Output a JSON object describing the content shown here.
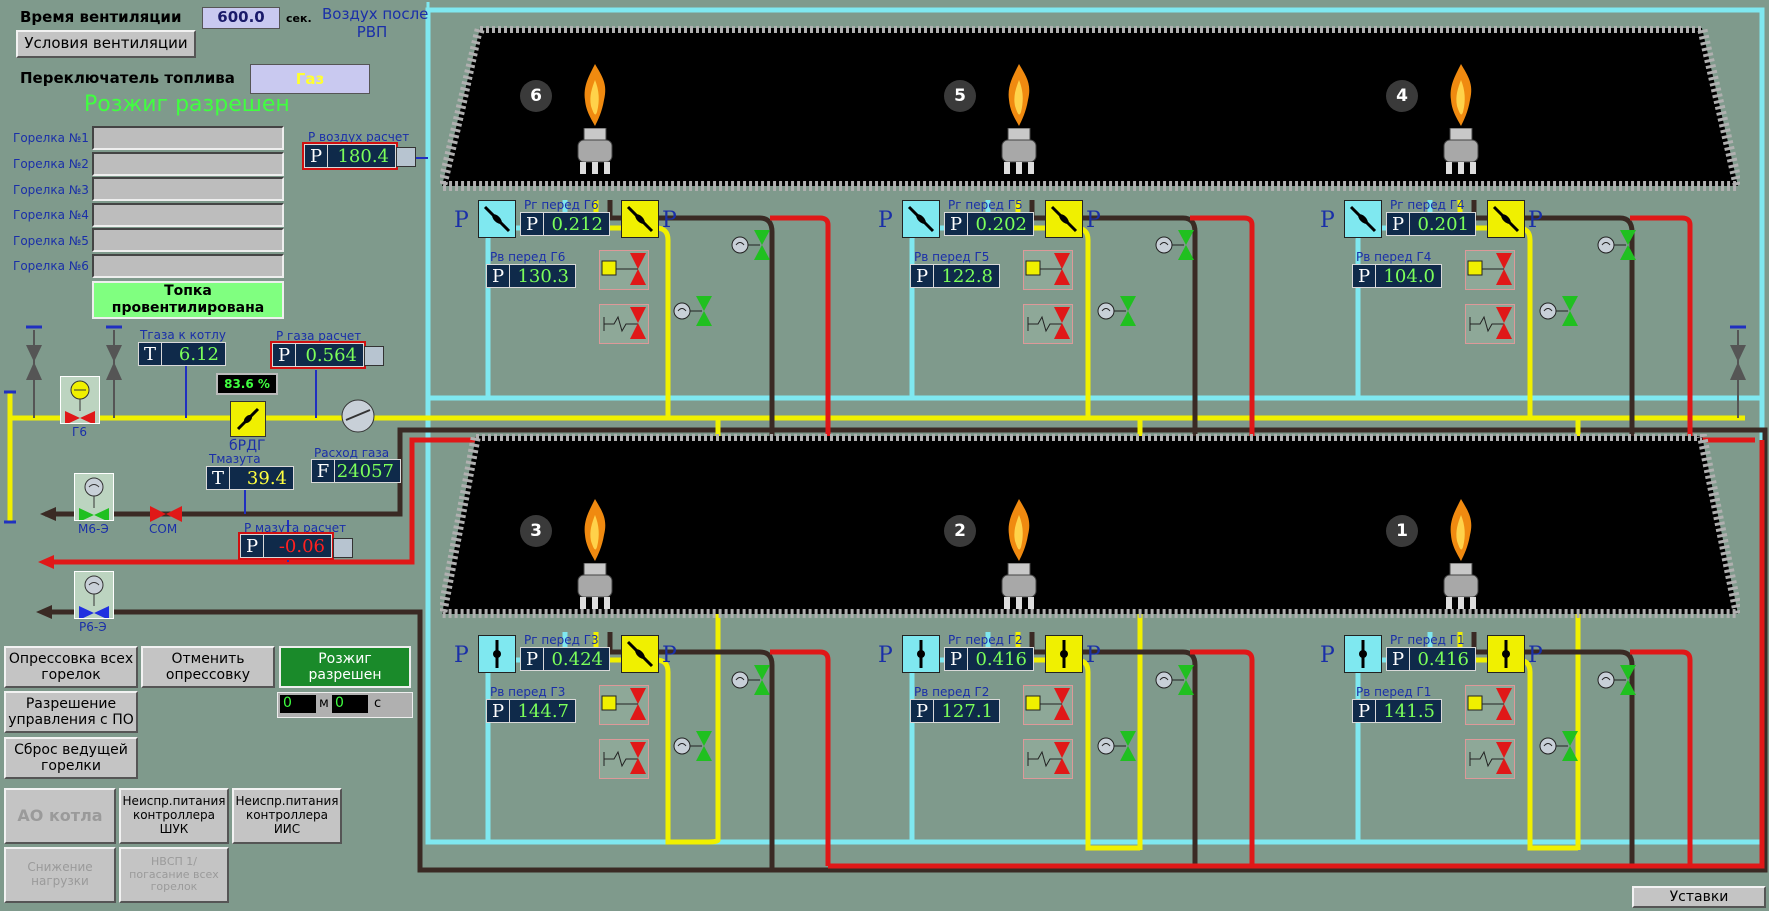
{
  "vent": {
    "time_label": "Время вентиляции",
    "time_value": "600.0",
    "time_unit": "сек.",
    "air_label_1": "Воздух после",
    "air_label_2": "РВП",
    "conditions_btn": "Условия вентиляции"
  },
  "fuel": {
    "switch_label": "Переключатель топлива",
    "value": "Газ",
    "ignition": "Розжиг разрешен"
  },
  "burners": [
    "Горелка №1",
    "Горелка №2",
    "Горелка №3",
    "Горелка №4",
    "Горелка №5",
    "Горелка №6"
  ],
  "topka": {
    "l1": "Топка",
    "l2": "провентилирована"
  },
  "air_calc": {
    "label": "Р воздух расчет",
    "P": "P",
    "value": "180.4"
  },
  "gas": {
    "t_label": "Тгаза к котлу",
    "T": "T",
    "t_value": "6.12",
    "p_label": "Р газа расчет",
    "p_value": "0.564",
    "rdg_pct": "83.6 %",
    "rdg_label": "бРДГ",
    "flow_label": "Расход газа",
    "F": "F",
    "flow_value": "24057",
    "g6": "Г6"
  },
  "mazut": {
    "t_label": "Тмазута",
    "t_value": "39.4",
    "p_label": "Р мазута расчет",
    "p_value": "-0.06",
    "m6": "М6-Э",
    "com": "СОМ",
    "p6": "Р6-Э"
  },
  "panel": {
    "press_all": "Опрессовка всех горелок",
    "cancel_press": "Отменить опрессовку",
    "ign_allowed": "Розжиг разрешен",
    "timer_m": "0",
    "m": "м",
    "timer_s": "0",
    "s": "с",
    "permit": "Разрешение управления с ПО",
    "reset": "Сброс ведущей горелки",
    "ao": "АО котла",
    "fault_shuk": "Неиспр.питания контроллера ШУК",
    "fault_iis": "Неиспр.питания контроллера ИИС",
    "reduce": "Снижение нагрузки",
    "nvsp": "НВСП 1/погасание всех горелок"
  },
  "units": [
    {
      "num": "6",
      "rg_label": "Рг перед Г6",
      "rg": "0.212",
      "rv_label": "Рв перед Г6",
      "rv": "130.3"
    },
    {
      "num": "5",
      "rg_label": "Рг перед Г5",
      "rg": "0.202",
      "rv_label": "Рв перед Г5",
      "rv": "122.8"
    },
    {
      "num": "4",
      "rg_label": "Рг перед Г4",
      "rg": "0.201",
      "rv_label": "Рв перед Г4",
      "rv": "104.0"
    },
    {
      "num": "3",
      "rg_label": "Рг перед Г3",
      "rg": "0.424",
      "rv_label": "Рв перед Г3",
      "rv": "144.7"
    },
    {
      "num": "2",
      "rg_label": "Рг перед Г2",
      "rg": "0.416",
      "rv_label": "Рв перед Г2",
      "rv": "127.1"
    },
    {
      "num": "1",
      "rg_label": "Рг перед Г1",
      "rg": "0.416",
      "rv_label": "Рв перед Г1",
      "rv": "141.5"
    }
  ],
  "P": "P",
  "setpoints_btn": "Уставки",
  "colors": {
    "air": "#7fe8f0",
    "gas": "#f0f000",
    "mazut": "#e01818",
    "drain": "#3a2a24",
    "bg": "#7f9a8c"
  }
}
